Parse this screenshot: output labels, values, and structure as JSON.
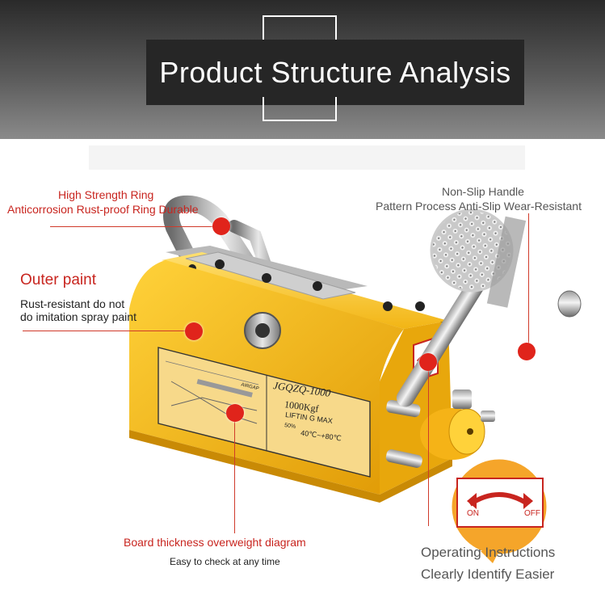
{
  "header": {
    "title": "Product Structure Analysis"
  },
  "callouts": {
    "ring": {
      "title": "High Strength Ring",
      "subtitle": "Anticorrosion Rust-proof Ring Durable"
    },
    "paint": {
      "title": "Outer paint",
      "line1": "Rust-resistant do not",
      "line2": "do imitation spray paint"
    },
    "board": {
      "title": "Board thickness overweight diagram",
      "subtitle": "Easy to check at any time"
    },
    "handle": {
      "title": "Non-Slip Handle",
      "subtitle": "Pattern Process Anti-Slip Wear-Resistant"
    },
    "instructions": {
      "line1": "Operating Instructions",
      "line2": "Clearly Identify Easier"
    }
  },
  "nameplate": {
    "model": "JGQZQ-1000",
    "capacity": "1000Kgf",
    "lifting": "LIFTIN G MAX",
    "temp": "40℃~+80℃",
    "percent": "50%",
    "airgap": "AIRGAP"
  },
  "dial": {
    "on": "ON",
    "off": "OFF"
  },
  "colors": {
    "accent_red": "#e0241b",
    "label_red": "#c8251f",
    "body_yellow": "#f6b817"
  }
}
